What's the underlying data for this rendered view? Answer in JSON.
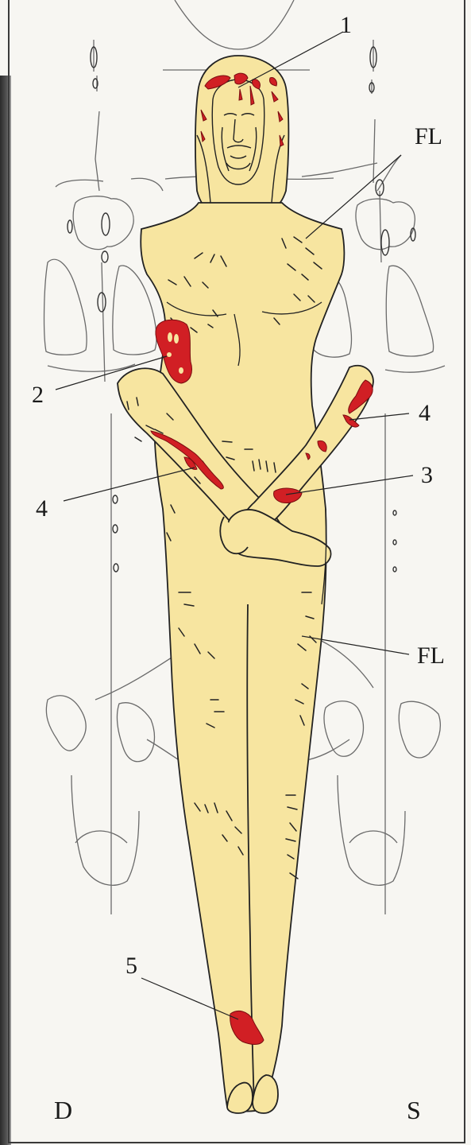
{
  "labels": {
    "one": "1",
    "two": "2",
    "three": "3",
    "four_left": "4",
    "four_right": "4",
    "five": "5",
    "fl_upper": "FL",
    "fl_lower": "FL",
    "side_d": "D",
    "side_s": "S"
  },
  "colors": {
    "body": "#f7e5a0",
    "wound": "#d11f24",
    "outline": "#222222",
    "burn_line": "#6a6a6a"
  },
  "icons": {
    "figure": "human-figure-outline",
    "wounds": "blood-stain-marks"
  }
}
